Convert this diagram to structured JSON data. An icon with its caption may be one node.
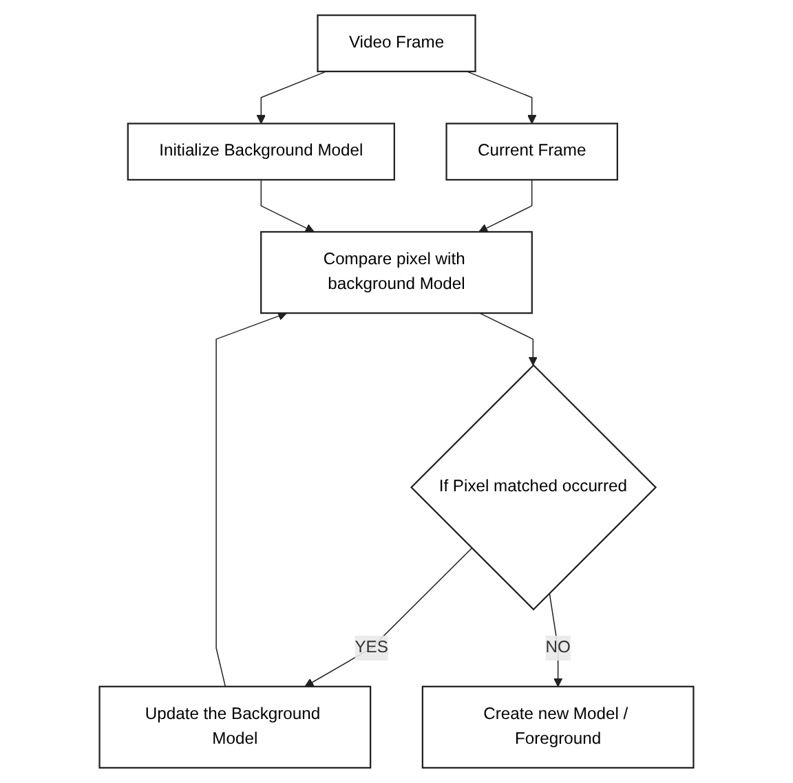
{
  "diagram": {
    "nodes": [
      {
        "text": [
          "Video Frame"
        ]
      },
      {
        "text": [
          "Current Frame"
        ]
      },
      {
        "text": [
          "Initialize Background Model"
        ]
      },
      {
        "text": [
          "Compare pixel with background Model"
        ]
      },
      {
        "text": [
          "Update the Background Model"
        ]
      },
      {
        "text": [
          "If Pixel matched occurred"
        ]
      },
      {
        "text": [
          "Create new Model / Foreground"
        ]
      }
    ],
    "edges": [
      {
        "from": 0,
        "to": 1,
        "arrow": "to"
      },
      {
        "from": 0,
        "to": 2,
        "arrow": "to"
      },
      {
        "from": 1,
        "to": 3,
        "arrow": "to"
      },
      {
        "from": 2,
        "to": 3,
        "arrow": "to"
      },
      {
        "from": 4,
        "to": 3,
        "arrow": "to"
      },
      {
        "from": 3,
        "to": 5,
        "arrow": "to"
      },
      {
        "from": 5,
        "to": 4,
        "label": "YES",
        "arrow": "to"
      },
      {
        "from": 5,
        "to": 6,
        "label": "NO",
        "arrow": "to"
      }
    ]
  }
}
